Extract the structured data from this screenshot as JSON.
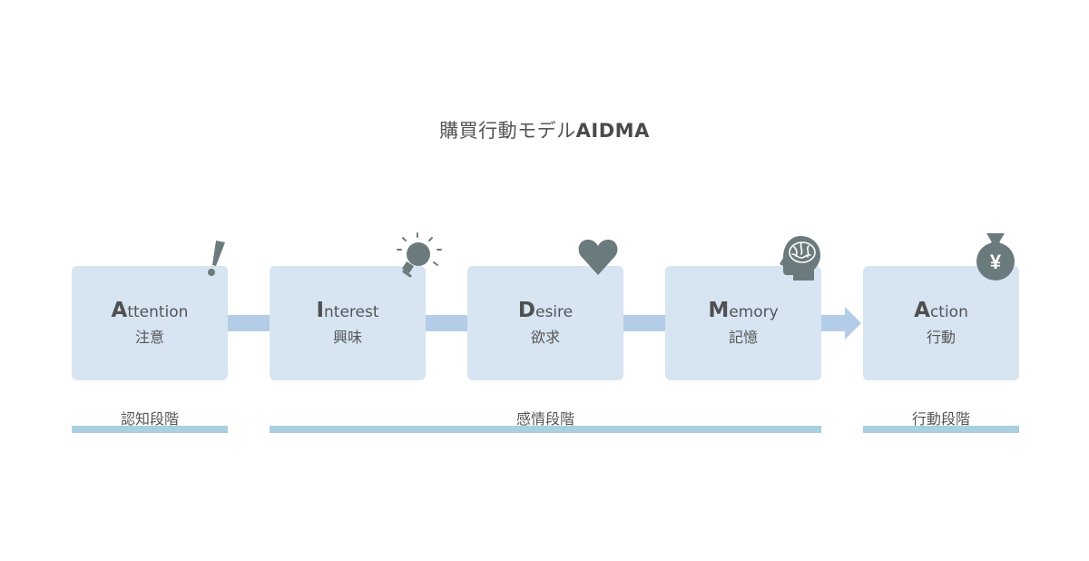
{
  "title": {
    "main": "購買行動モデル",
    "accent": "AIDMA"
  },
  "steps": [
    {
      "initial": "A",
      "rest": "ttention",
      "ja": "注意",
      "icon": "exclamation-icon"
    },
    {
      "initial": "I",
      "rest": "nterest",
      "ja": "興味",
      "icon": "lightbulb-icon"
    },
    {
      "initial": "D",
      "rest": "esire",
      "ja": "欲求",
      "icon": "heart-icon"
    },
    {
      "initial": "M",
      "rest": "emory",
      "ja": "記憶",
      "icon": "brain-head-icon"
    },
    {
      "initial": "A",
      "rest": "ction",
      "ja": "行動",
      "icon": "money-bag-yen-icon"
    }
  ],
  "icon_texts": {
    "yen": "¥"
  },
  "phases": [
    {
      "label": "認知段階"
    },
    {
      "label": "感情段階"
    },
    {
      "label": "行動段階"
    }
  ],
  "colors": {
    "box": "#d7e4f2",
    "connector": "#b3cde8",
    "phase_bar": "#a9cfe0",
    "icon": "#6b7a7c"
  }
}
